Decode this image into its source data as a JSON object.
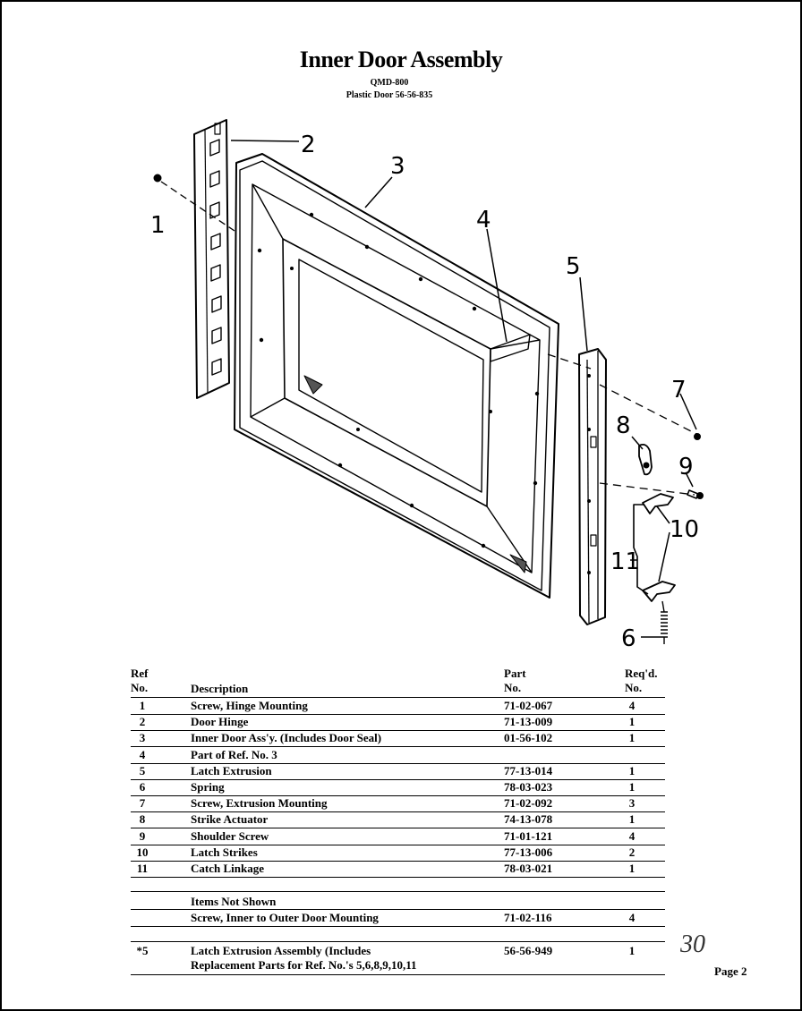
{
  "document": {
    "title": "Inner Door Assembly",
    "model": "QMD-800",
    "subtitle": "Plastic Door 56-56-835",
    "page_label": "Page 2",
    "handwritten_mark": "30"
  },
  "diagram": {
    "callouts": [
      "1",
      "2",
      "3",
      "4",
      "5",
      "6",
      "7",
      "8",
      "9",
      "10",
      "11"
    ]
  },
  "table": {
    "headers": {
      "ref_line1": "Ref",
      "ref_line2": "No.",
      "description": "Description",
      "part_line1": "Part",
      "part_line2": "No.",
      "qty_line1": "Req'd.",
      "qty_line2": "No."
    },
    "rows": [
      {
        "ref": "1",
        "description": "Screw, Hinge Mounting",
        "part": "71-02-067",
        "qty": "4"
      },
      {
        "ref": "2",
        "description": "Door Hinge",
        "part": "71-13-009",
        "qty": "1"
      },
      {
        "ref": "3",
        "description": "Inner Door Ass'y. (Includes Door Seal)",
        "part": "01-56-102",
        "qty": "1"
      },
      {
        "ref": "4",
        "description": "Part of Ref. No. 3",
        "part": "",
        "qty": ""
      },
      {
        "ref": "5",
        "description": "Latch Extrusion",
        "part": "77-13-014",
        "qty": "1"
      },
      {
        "ref": "6",
        "description": "Spring",
        "part": "78-03-023",
        "qty": "1"
      },
      {
        "ref": "7",
        "description": "Screw, Extrusion Mounting",
        "part": "71-02-092",
        "qty": "3"
      },
      {
        "ref": "8",
        "description": "Strike Actuator",
        "part": "74-13-078",
        "qty": "1"
      },
      {
        "ref": "9",
        "description": "Shoulder Screw",
        "part": "71-01-121",
        "qty": "4"
      },
      {
        "ref": "10",
        "description": "Latch Strikes",
        "part": "77-13-006",
        "qty": "2"
      },
      {
        "ref": "11",
        "description": "Catch Linkage",
        "part": "78-03-021",
        "qty": "1"
      }
    ],
    "not_shown_heading": "Items Not Shown",
    "not_shown": [
      {
        "ref": "",
        "description": "Screw, Inner to Outer Door Mounting",
        "part": "71-02-116",
        "qty": "4"
      }
    ],
    "assembly": {
      "ref": "*5",
      "description_line1": "Latch Extrusion Assembly (Includes",
      "description_line2": "Replacement Parts for Ref. No.'s 5,6,8,9,10,11",
      "part": "56-56-949",
      "qty": "1"
    }
  }
}
